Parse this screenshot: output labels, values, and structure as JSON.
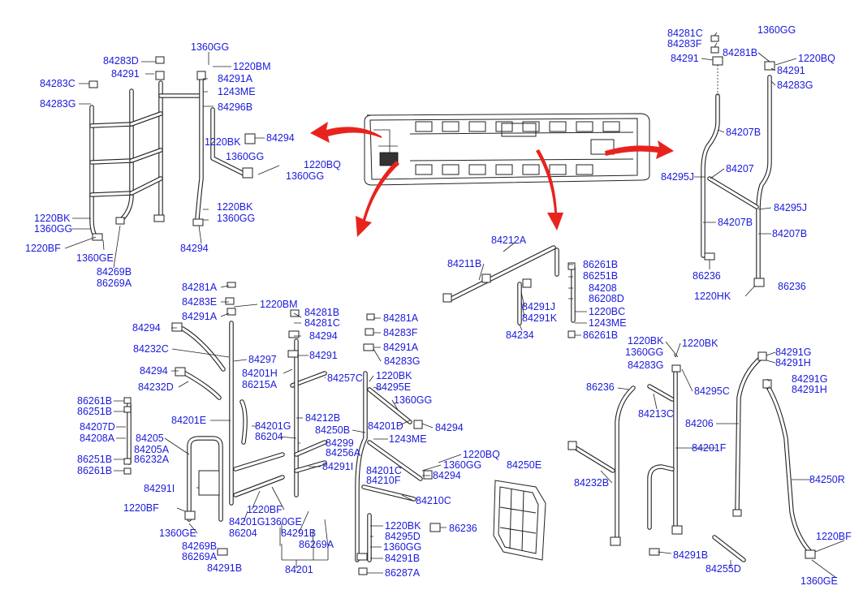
{
  "colors": {
    "label": "#1a1adc",
    "arrow": "#e8231e",
    "line": "#222222"
  },
  "callouts": [
    {
      "id": "c0",
      "text": "1360GG"
    },
    {
      "id": "c1",
      "text": "84283D"
    },
    {
      "id": "c2",
      "text": "1220BM"
    },
    {
      "id": "c3",
      "text": "84291"
    },
    {
      "id": "c4",
      "text": "84291A"
    },
    {
      "id": "c5",
      "text": "84283C"
    },
    {
      "id": "c6",
      "text": "1243ME"
    },
    {
      "id": "c7",
      "text": "84283G"
    },
    {
      "id": "c8",
      "text": "84296B"
    },
    {
      "id": "c9",
      "text": "84294"
    },
    {
      "id": "c10",
      "text": "1220BK"
    },
    {
      "id": "c11",
      "text": "1360GG"
    },
    {
      "id": "c12",
      "text": "1220BQ"
    },
    {
      "id": "c13",
      "text": "1360GG"
    },
    {
      "id": "c14",
      "text": "1220BK"
    },
    {
      "id": "c15",
      "text": "1360GG"
    },
    {
      "id": "c16",
      "text": "1220BK"
    },
    {
      "id": "c17",
      "text": "1360GG"
    },
    {
      "id": "c18",
      "text": "1220BF"
    },
    {
      "id": "c19",
      "text": "84294"
    },
    {
      "id": "c20",
      "text": "1360GE"
    },
    {
      "id": "c21",
      "text": "84269B"
    },
    {
      "id": "c22",
      "text": "86269A"
    },
    {
      "id": "c23",
      "text": "84281C"
    },
    {
      "id": "c24",
      "text": "84283F"
    },
    {
      "id": "c25",
      "text": "1360GG"
    },
    {
      "id": "c26",
      "text": "84291"
    },
    {
      "id": "c27",
      "text": "84281B"
    },
    {
      "id": "c28",
      "text": "1220BQ"
    },
    {
      "id": "c29",
      "text": "84291"
    },
    {
      "id": "c30",
      "text": "84283G"
    },
    {
      "id": "c31",
      "text": "84207B"
    },
    {
      "id": "c32",
      "text": "84207"
    },
    {
      "id": "c33",
      "text": "84295J"
    },
    {
      "id": "c34",
      "text": "84295J"
    },
    {
      "id": "c35",
      "text": "84207B"
    },
    {
      "id": "c36",
      "text": "84207B"
    },
    {
      "id": "c37",
      "text": "86236"
    },
    {
      "id": "c38",
      "text": "1220HK"
    },
    {
      "id": "c39",
      "text": "86236"
    },
    {
      "id": "c40",
      "text": "84212A"
    },
    {
      "id": "c41",
      "text": "84211B"
    },
    {
      "id": "c42",
      "text": "86261B"
    },
    {
      "id": "c43",
      "text": "86251B"
    },
    {
      "id": "c44",
      "text": "84208"
    },
    {
      "id": "c45",
      "text": "86208D"
    },
    {
      "id": "c46",
      "text": "84291J"
    },
    {
      "id": "c47",
      "text": "1220BC"
    },
    {
      "id": "c48",
      "text": "84291K"
    },
    {
      "id": "c49",
      "text": "1243ME"
    },
    {
      "id": "c50",
      "text": "84234"
    },
    {
      "id": "c51",
      "text": "86261B"
    },
    {
      "id": "c52",
      "text": "84281A"
    },
    {
      "id": "c53",
      "text": "84283E"
    },
    {
      "id": "c54",
      "text": "1220BM"
    },
    {
      "id": "c55",
      "text": "84291A"
    },
    {
      "id": "c56",
      "text": "84281B"
    },
    {
      "id": "c57",
      "text": "84281C"
    },
    {
      "id": "c58",
      "text": "84281A"
    },
    {
      "id": "c59",
      "text": "84294"
    },
    {
      "id": "c60",
      "text": "84294"
    },
    {
      "id": "c61",
      "text": "84283F"
    },
    {
      "id": "c62",
      "text": "84232C"
    },
    {
      "id": "c63",
      "text": "84291A"
    },
    {
      "id": "c64",
      "text": "84297"
    },
    {
      "id": "c65",
      "text": "84291"
    },
    {
      "id": "c66",
      "text": "84283G"
    },
    {
      "id": "c67",
      "text": "84294"
    },
    {
      "id": "c68",
      "text": "84201H"
    },
    {
      "id": "c69",
      "text": "84257C"
    },
    {
      "id": "c70",
      "text": "1220BK"
    },
    {
      "id": "c71",
      "text": "86215A"
    },
    {
      "id": "c72",
      "text": "84232D"
    },
    {
      "id": "c73",
      "text": "84295E"
    },
    {
      "id": "c74",
      "text": "86261B"
    },
    {
      "id": "c75",
      "text": "1360GG"
    },
    {
      "id": "c76",
      "text": "86251B"
    },
    {
      "id": "c77",
      "text": "84212B"
    },
    {
      "id": "c78",
      "text": "84201E"
    },
    {
      "id": "c79",
      "text": "84201G"
    },
    {
      "id": "c80",
      "text": "84201D"
    },
    {
      "id": "c81",
      "text": "84294"
    },
    {
      "id": "c82",
      "text": "84207D"
    },
    {
      "id": "c83",
      "text": "86204"
    },
    {
      "id": "c84",
      "text": "84250B"
    },
    {
      "id": "c85",
      "text": "84208A"
    },
    {
      "id": "c86",
      "text": "84205"
    },
    {
      "id": "c87",
      "text": "1243ME"
    },
    {
      "id": "c88",
      "text": "84299"
    },
    {
      "id": "c89",
      "text": "84205A"
    },
    {
      "id": "c90",
      "text": "84256A"
    },
    {
      "id": "c91",
      "text": "86251B"
    },
    {
      "id": "c92",
      "text": "86232A"
    },
    {
      "id": "c93",
      "text": "1220BQ"
    },
    {
      "id": "c94",
      "text": "86261B"
    },
    {
      "id": "c95",
      "text": "84291I"
    },
    {
      "id": "c96",
      "text": "84201C"
    },
    {
      "id": "c97",
      "text": "1360GG"
    },
    {
      "id": "c98",
      "text": "84210F"
    },
    {
      "id": "c99",
      "text": "84294"
    },
    {
      "id": "c100",
      "text": "84291I"
    },
    {
      "id": "c101",
      "text": "1220BF"
    },
    {
      "id": "c102",
      "text": "84210C"
    },
    {
      "id": "c103",
      "text": "1220BF"
    },
    {
      "id": "c104",
      "text": "84201G"
    },
    {
      "id": "c105",
      "text": "1360GE"
    },
    {
      "id": "c106",
      "text": "86204"
    },
    {
      "id": "c107",
      "text": "84291B"
    },
    {
      "id": "c108",
      "text": "1360GE"
    },
    {
      "id": "c109",
      "text": "84269B"
    },
    {
      "id": "c110",
      "text": "86269A"
    },
    {
      "id": "c111",
      "text": "86269A"
    },
    {
      "id": "c112",
      "text": "84291B"
    },
    {
      "id": "c113",
      "text": "84201"
    },
    {
      "id": "c114",
      "text": "1220BK"
    },
    {
      "id": "c115",
      "text": "84295D"
    },
    {
      "id": "c116",
      "text": "86236"
    },
    {
      "id": "c117",
      "text": "1360GG"
    },
    {
      "id": "c118",
      "text": "84291B"
    },
    {
      "id": "c119",
      "text": "86287A"
    },
    {
      "id": "c120",
      "text": "84250E"
    },
    {
      "id": "c121",
      "text": "1220BK"
    },
    {
      "id": "c122",
      "text": "1220BK"
    },
    {
      "id": "c123",
      "text": "1360GG"
    },
    {
      "id": "c124",
      "text": "84291G"
    },
    {
      "id": "c125",
      "text": "84291H"
    },
    {
      "id": "c126",
      "text": "84283G"
    },
    {
      "id": "c127",
      "text": "86236"
    },
    {
      "id": "c128",
      "text": "84291G"
    },
    {
      "id": "c129",
      "text": "84291H"
    },
    {
      "id": "c130",
      "text": "84295C"
    },
    {
      "id": "c131",
      "text": "84213C"
    },
    {
      "id": "c132",
      "text": "84206"
    },
    {
      "id": "c133",
      "text": "84201F"
    },
    {
      "id": "c134",
      "text": "84232B"
    },
    {
      "id": "c135",
      "text": "84250R"
    },
    {
      "id": "c136",
      "text": "1220BF"
    },
    {
      "id": "c137",
      "text": "84291B"
    },
    {
      "id": "c138",
      "text": "84255D"
    },
    {
      "id": "c139",
      "text": "1360GE"
    }
  ]
}
